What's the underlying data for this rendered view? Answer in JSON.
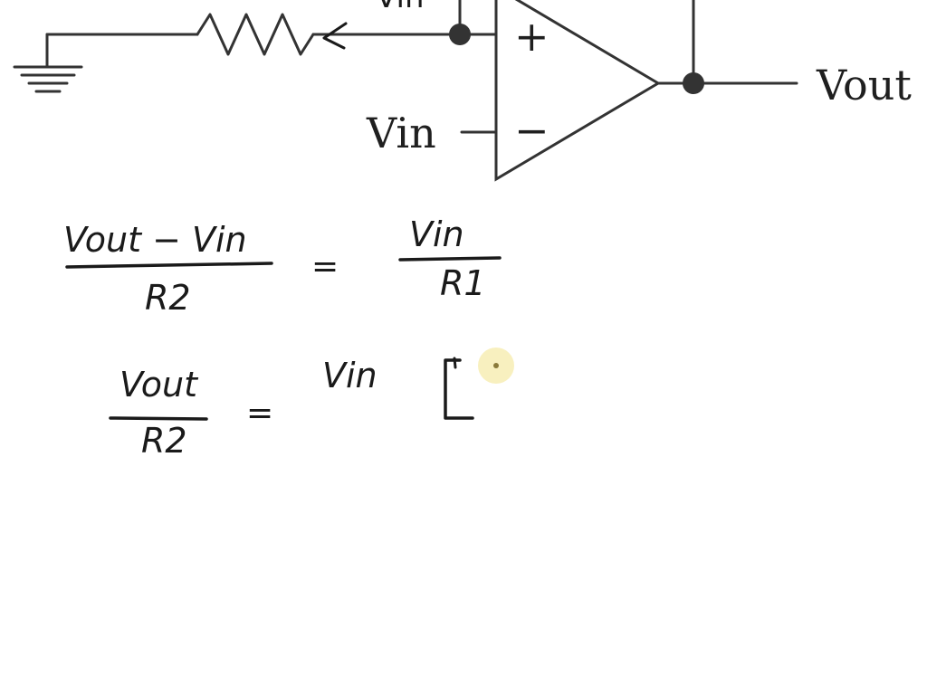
{
  "circuit": {
    "top_label": "Vin",
    "plus_sign": "+",
    "minus_sign": "−",
    "inverting_input_label": "Vin",
    "output_label": "Vout"
  },
  "equations": {
    "eq1": {
      "lhs_numerator": "Vout − Vin",
      "lhs_denominator": "R2",
      "equals": "=",
      "rhs_numerator": "Vin",
      "rhs_denominator": "R1"
    },
    "eq2": {
      "lhs_numerator": "Vout",
      "lhs_denominator": "R2",
      "equals": "=",
      "rhs_partial": "Vin"
    }
  },
  "colors": {
    "ink": "#1a1a1a",
    "wire": "#333333",
    "pointer_highlight": "#f7eeb8"
  }
}
